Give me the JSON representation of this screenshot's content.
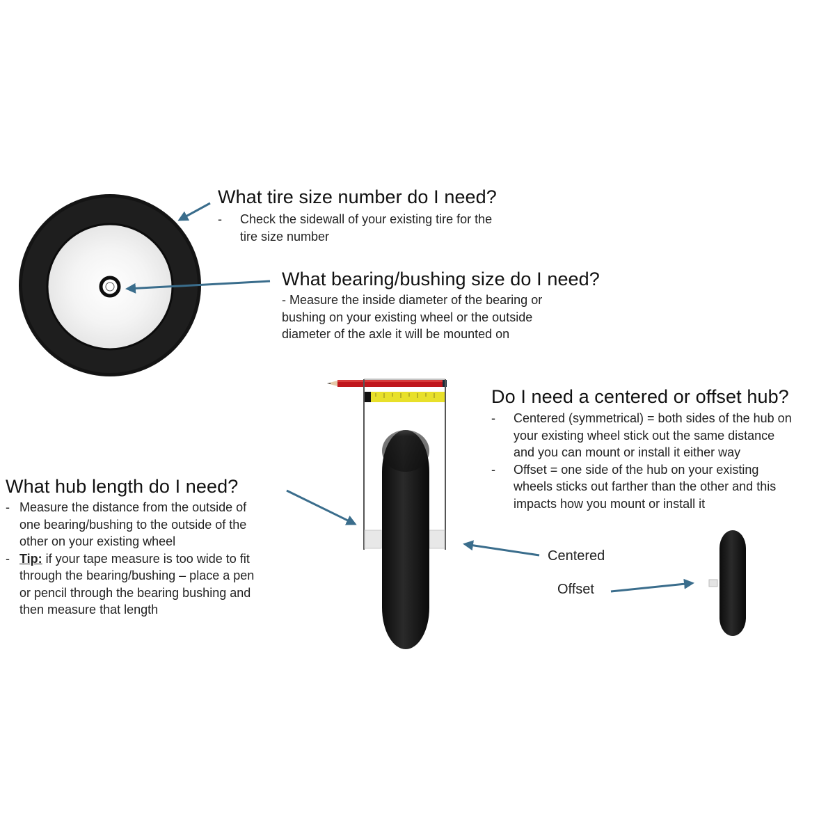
{
  "diagram": {
    "background": "#ffffff",
    "arrow_color": "#3a6d8c",
    "tire_color": "#111111",
    "rim_color": "#f2f2f2",
    "pencil_color": "#c0161c",
    "tape_color": "#e8e02a"
  },
  "sections": {
    "tire_size": {
      "heading": "What tire size number do I need?",
      "dash": "-",
      "line1": "Check the sidewall of your existing tire for the",
      "line2": "tire size number"
    },
    "bearing": {
      "heading": "What bearing/bushing size do I need?",
      "line1": "- Measure the inside diameter of the bearing or",
      "line2": "bushing on your existing wheel or the outside",
      "line3": "diameter of the axle it will be mounted on"
    },
    "hub_length": {
      "heading": "What hub length do I need?",
      "bullets": [
        {
          "dash": "-",
          "lines": [
            "Measure the distance from the outside of",
            "one bearing/bushing to the outside of the",
            "other on your existing wheel"
          ]
        },
        {
          "dash": "-",
          "tip_label": "Tip:",
          "lines": [
            " if your tape measure is too wide to fit",
            "through the bearing/bushing – place a pen",
            "or pencil through the bearing bushing and",
            "then measure that length"
          ]
        }
      ]
    },
    "hub_offset": {
      "heading": "Do I need a centered or offset hub?",
      "bullets": [
        {
          "dash": "-",
          "lines": [
            "Centered (symmetrical) = both sides of the hub on",
            "your existing wheel stick out the same distance",
            "and you can mount or install it either way"
          ]
        },
        {
          "dash": "-",
          "lines": [
            "Offset = one side of the hub on your existing",
            "wheels sticks out farther than the other and this",
            "impacts how you mount or install it"
          ]
        }
      ]
    }
  },
  "labels": {
    "centered": "Centered",
    "offset": "Offset"
  }
}
